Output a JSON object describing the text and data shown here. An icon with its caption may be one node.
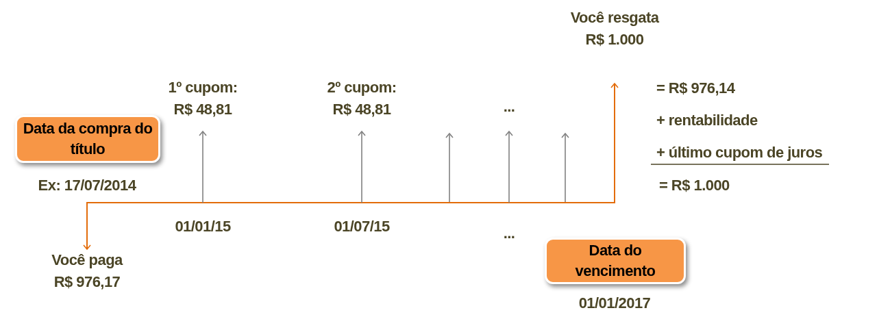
{
  "diagram": {
    "nodes": [
      {
        "text": [
          "Data da compra do título"
        ],
        "beside": [
          "Ex: 17/07/2014"
        ]
      },
      {
        "text": [
          "Data do vencimento"
        ],
        "beside": [
          "01/01/2017"
        ]
      },
      {
        "text": [
          "Você paga",
          "R$ 976,17"
        ]
      },
      {
        "text": [
          "1º cupom:",
          "R$ 48,81"
        ]
      },
      {
        "text": [
          "2º cupom:",
          "R$ 48,81"
        ]
      },
      {
        "text": [
          "..."
        ]
      },
      {
        "text": [
          "Você resgata",
          "R$ 1.000"
        ]
      }
    ],
    "edges": [
      {
        "from": 2,
        "to": 6,
        "arrow": "both",
        "color": "#e36c0a"
      },
      {
        "from": null,
        "to": 3,
        "arrow": "to"
      },
      {
        "from": null,
        "to": 4,
        "arrow": "to"
      },
      {
        "from": null,
        "to": 5,
        "arrow": "to"
      }
    ],
    "labels": [
      "01/01/15",
      "01/07/15",
      "...",
      "= R$ 976,14",
      "+ rentabilidade",
      "+ último cupom de juros",
      "= R$ 1.000"
    ]
  }
}
